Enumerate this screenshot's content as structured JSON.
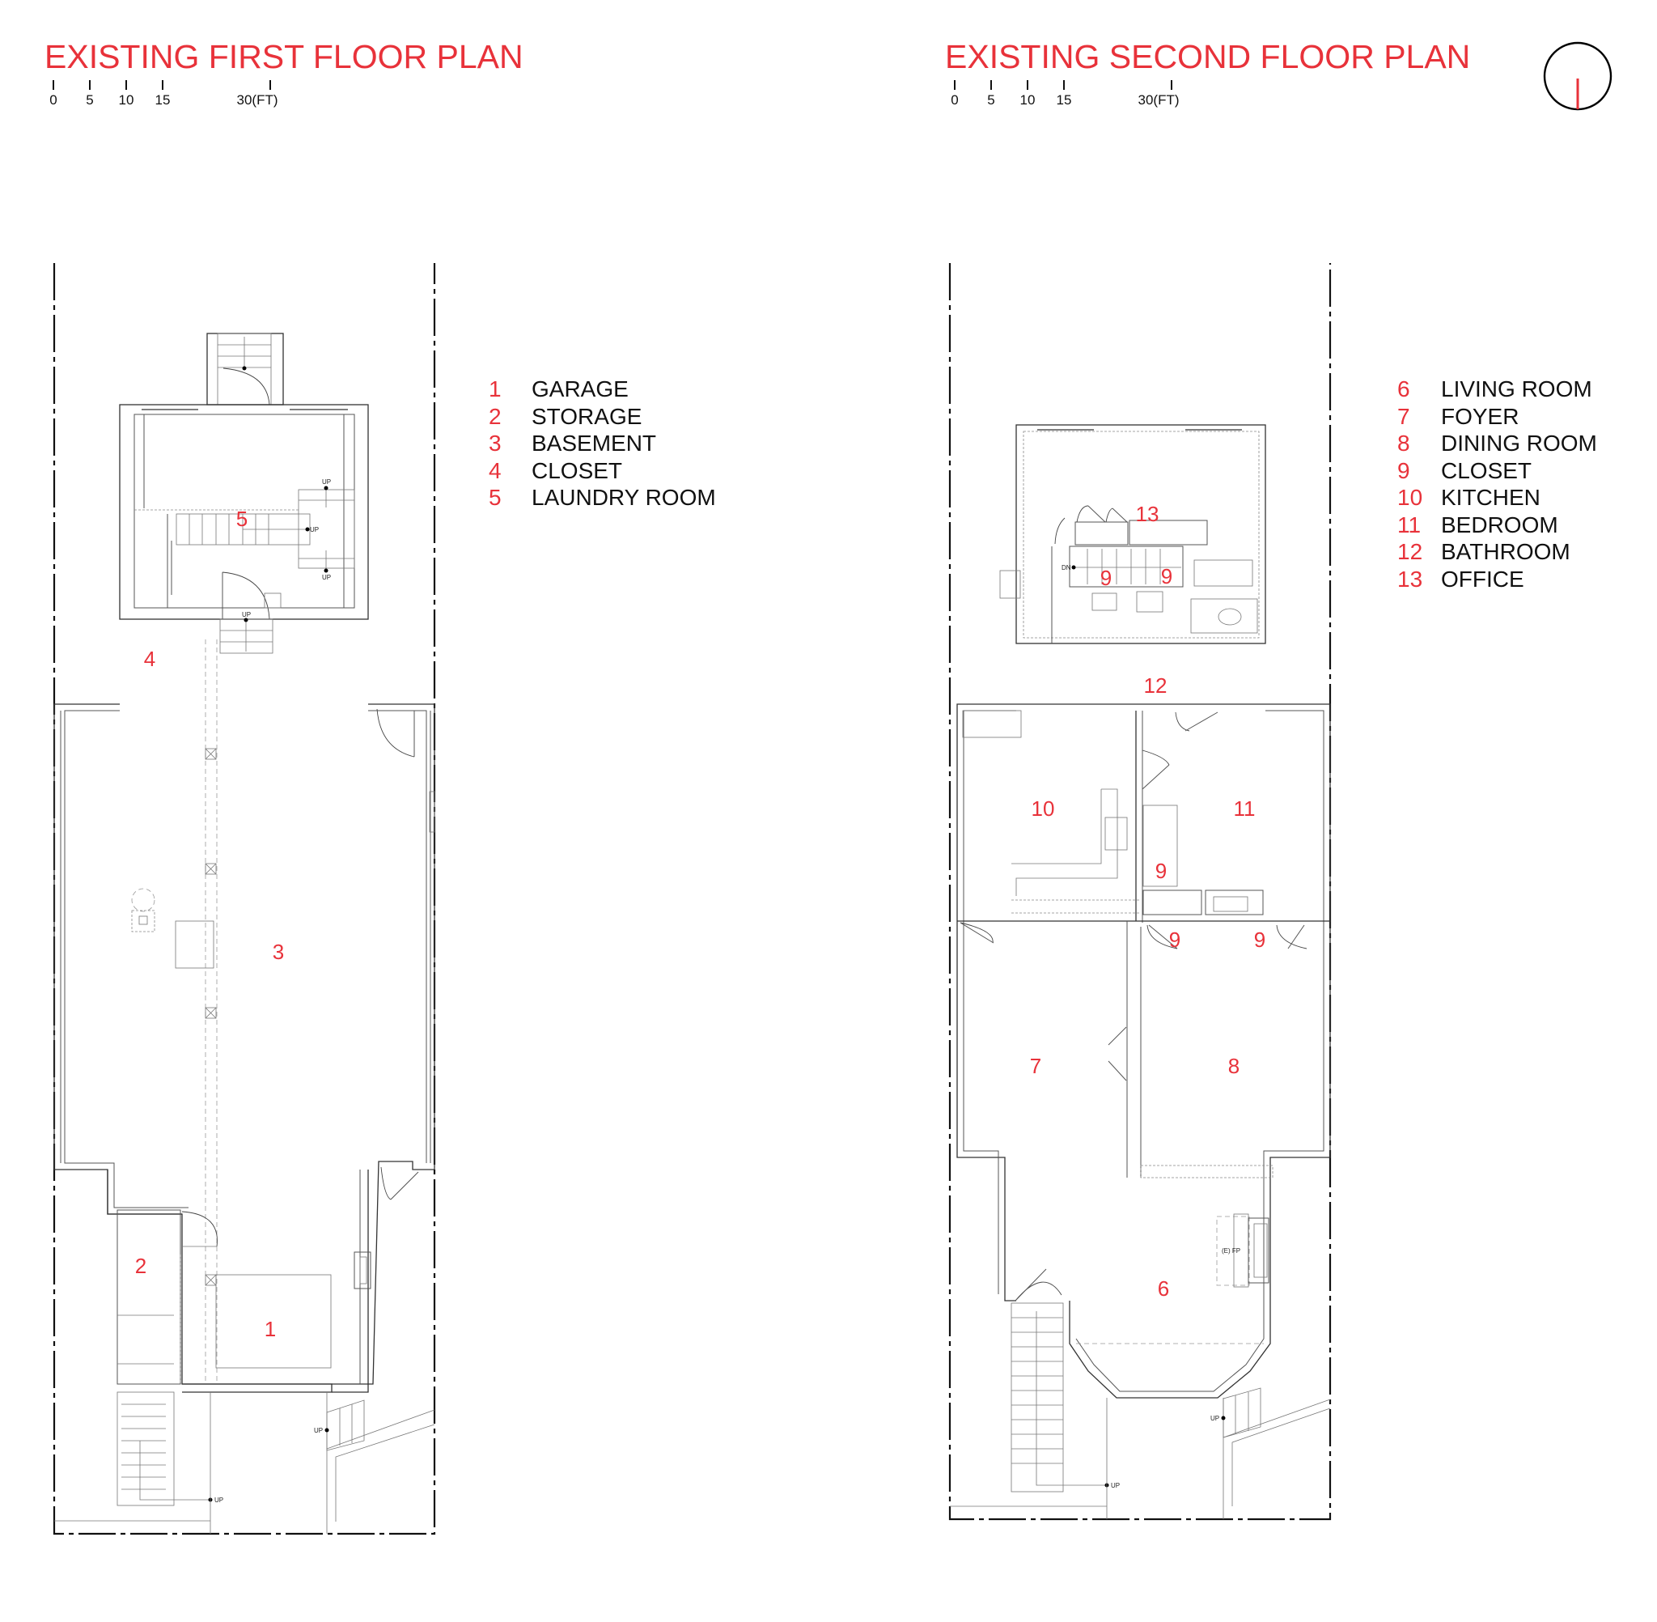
{
  "plans": [
    {
      "title": "EXISTING FIRST FLOOR PLAN",
      "scale_bar": {
        "ticks": [
          "0",
          "5",
          "10",
          "15",
          "30(FT)"
        ]
      },
      "legend": [
        {
          "num": "1",
          "label": "GARAGE"
        },
        {
          "num": "2",
          "label": "STORAGE"
        },
        {
          "num": "3",
          "label": "BASEMENT"
        },
        {
          "num": "4",
          "label": "CLOSET"
        },
        {
          "num": "5",
          "label": "LAUNDRY ROOM"
        }
      ],
      "room_tags": [
        "1",
        "2",
        "3",
        "4",
        "5"
      ],
      "annotations": {
        "up": "UP"
      }
    },
    {
      "title": "EXISTING SECOND FLOOR PLAN",
      "scale_bar": {
        "ticks": [
          "0",
          "5",
          "10",
          "15",
          "30(FT)"
        ]
      },
      "legend": [
        {
          "num": "6",
          "label": "LIVING ROOM"
        },
        {
          "num": "7",
          "label": "FOYER"
        },
        {
          "num": "8",
          "label": "DINING ROOM"
        },
        {
          "num": "9",
          "label": "CLOSET"
        },
        {
          "num": "10",
          "label": "KITCHEN"
        },
        {
          "num": "11",
          "label": "BEDROOM"
        },
        {
          "num": "12",
          "label": "BATHROOM"
        },
        {
          "num": "13",
          "label": "OFFICE"
        }
      ],
      "room_tags": [
        "6",
        "7",
        "8",
        "9",
        "9",
        "9",
        "9",
        "9",
        "10",
        "11",
        "12",
        "13"
      ],
      "annotations": {
        "up": "UP",
        "dn": "DN",
        "fireplace": "(E) FP"
      }
    }
  ],
  "north_arrow": {
    "symbol": "north-arrow"
  },
  "colors": {
    "accent": "#e8323a",
    "line": "#333333",
    "background": "#ffffff"
  }
}
